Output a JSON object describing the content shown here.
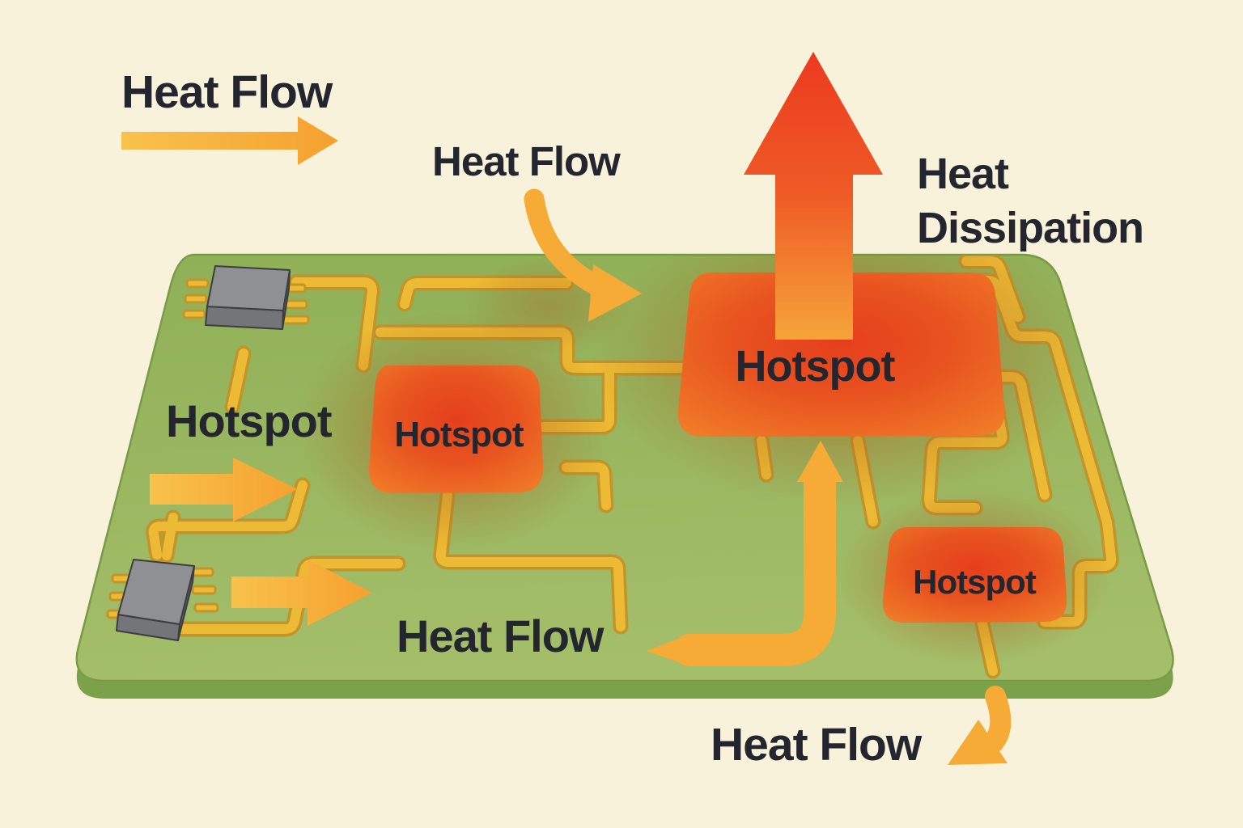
{
  "colors": {
    "background": "#f9f2da",
    "board_face_top": "#8fb057",
    "board_face_bottom": "#a4be69",
    "board_side": "#7ba24a",
    "board_edge": "#799b47",
    "trace_fill": "#ecba34",
    "trace_edge": "#c1952a",
    "glow": "#a85d1c",
    "hotspot_core": "#e53f1c",
    "hotspot_rim": "#f07f28",
    "arrow_yellow": "#f5ab36",
    "arrow_yellow_light": "#f8c24c",
    "arrow_red": "#ec3a20",
    "arrow_orange": "#f5a439",
    "chip_top": "#8f9094",
    "chip_front": "#747579",
    "chip_side": "#5e5f63",
    "chip_outline": "#3c3d41",
    "text": "#23262e"
  },
  "labels": {
    "heat_flow_top_left": "Heat Flow",
    "heat_flow_mid": "Heat Flow",
    "heat_dissipation_line1": "Heat",
    "heat_dissipation_line2": "Dissipation",
    "hotspot_board": "Hotspot",
    "heat_flow_bottom_center": "Heat Flow",
    "heat_flow_bottom_right": "Heat Flow"
  },
  "hotspots": [
    {
      "id": "large",
      "label": "Hotspot"
    },
    {
      "id": "medium",
      "label": "Hotspot"
    },
    {
      "id": "small",
      "label": "Hotspot"
    }
  ],
  "icons": [
    {
      "name": "heat-flow-right-arrow-icon",
      "shape": "straight-right-arrow"
    },
    {
      "name": "heat-flow-curve-down-arrow-icon",
      "shape": "curved-arrow-down-right"
    },
    {
      "name": "heat-dissipation-up-arrow-icon",
      "shape": "large-up-arrow"
    },
    {
      "name": "heat-flow-left-mid-arrow-icon",
      "shape": "straight-right-arrow"
    },
    {
      "name": "heat-flow-bottom-left-arrow-icon",
      "shape": "straight-right-arrow"
    },
    {
      "name": "heat-flow-up-curved-arrow-icon",
      "shape": "elbow-up-arrow"
    },
    {
      "name": "heat-flow-down-curved-arrow-icon",
      "shape": "curved-arrow-down-left"
    }
  ],
  "components": [
    {
      "name": "smd-chip-top-left"
    },
    {
      "name": "smd-chip-bottom-left"
    }
  ]
}
